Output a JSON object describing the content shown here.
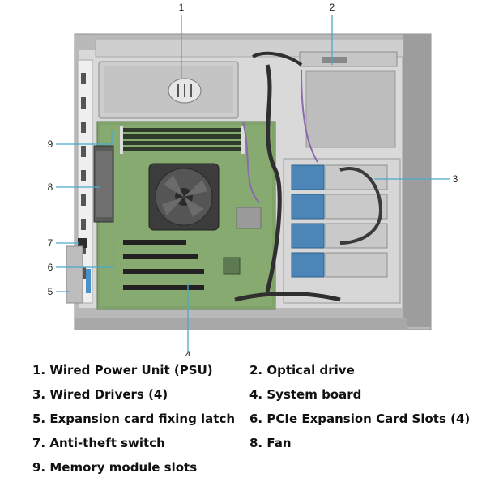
{
  "callouts": [
    {
      "number": "1"
    },
    {
      "number": "2"
    },
    {
      "number": "3"
    },
    {
      "number": "4"
    },
    {
      "number": "5"
    },
    {
      "number": "6"
    },
    {
      "number": "7"
    },
    {
      "number": "8"
    },
    {
      "number": "9"
    }
  ],
  "legend": [
    "1. Wired Power Unit (PSU)",
    "2. Optical drive",
    "3. Wired Drivers (4)",
    "4. System board",
    "5. Expansion card fixing latch",
    "6. PCIe Expansion Card Slots (4)",
    "7. Anti-theft switch",
    "8. Fan",
    "9. Memory module slots"
  ],
  "colors": {
    "leader": "#4aa9cc",
    "board": "#7fa36a",
    "chassis": "#9a9a9a",
    "drive_tray": "#4c86b8",
    "cable": "#8a6ab0"
  }
}
